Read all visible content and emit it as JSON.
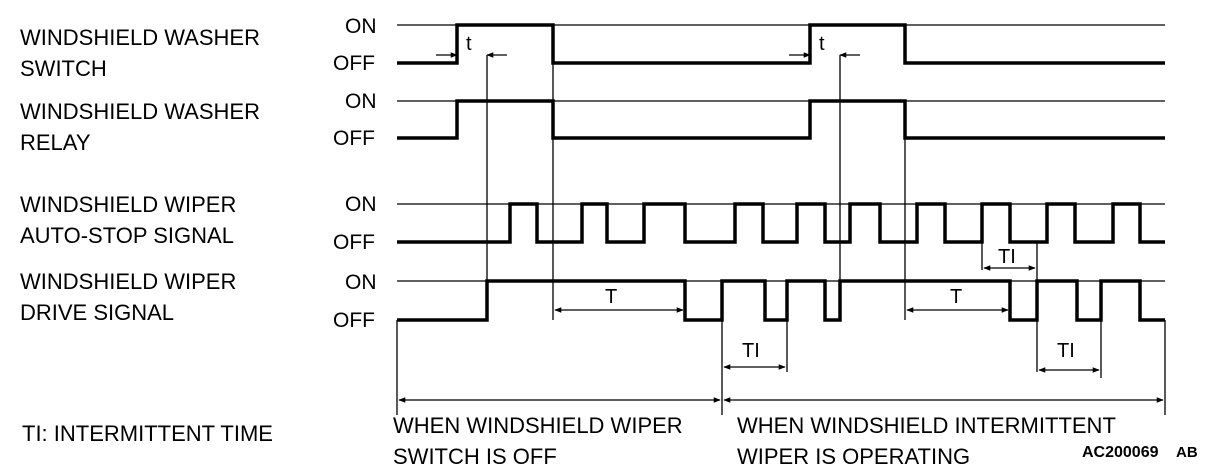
{
  "signals": [
    {
      "key": "washer_switch",
      "label_lines": [
        "WINDSHIELD WASHER",
        "SWITCH"
      ],
      "on": "ON",
      "off": "OFF"
    },
    {
      "key": "washer_relay",
      "label_lines": [
        "WINDSHIELD WASHER",
        "RELAY"
      ],
      "on": "ON",
      "off": "OFF"
    },
    {
      "key": "autostop",
      "label_lines": [
        "WINDSHIELD WIPER",
        "AUTO-STOP SIGNAL"
      ],
      "on": "ON",
      "off": "OFF"
    },
    {
      "key": "drive",
      "label_lines": [
        "WINDSHIELD WIPER",
        "DRIVE SIGNAL"
      ],
      "on": "ON",
      "off": "OFF"
    }
  ],
  "measurements": {
    "t": "t",
    "T": "T",
    "TI": "TI"
  },
  "legend": {
    "ti_definition": "TI: INTERMITTENT TIME"
  },
  "phases": {
    "left_line1": "WHEN WINDSHIELD WIPER",
    "left_line2": "SWITCH IS OFF",
    "right_line1": "WHEN WINDSHIELD INTERMITTENT",
    "right_line2": "WIPER IS OPERATING"
  },
  "figure_code": {
    "main": "AC200069",
    "suffix": "AB"
  }
}
